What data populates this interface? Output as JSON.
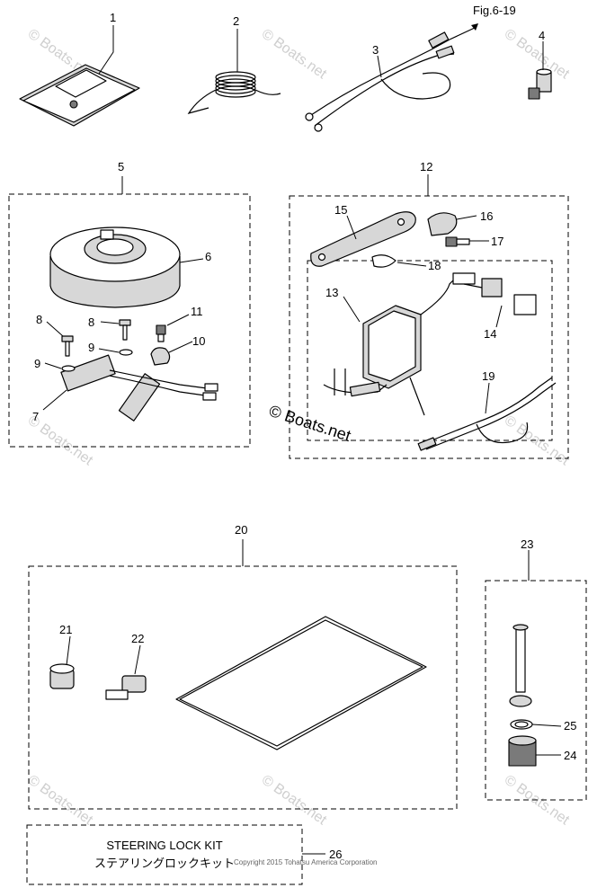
{
  "reference": "Fig.6-19",
  "parts": [
    {
      "id": "p1",
      "number": "1"
    },
    {
      "id": "p2",
      "number": "2"
    },
    {
      "id": "p3",
      "number": "3"
    },
    {
      "id": "p4",
      "number": "4"
    },
    {
      "id": "p5",
      "number": "5"
    },
    {
      "id": "p6",
      "number": "6"
    },
    {
      "id": "p7",
      "number": "7"
    },
    {
      "id": "p8a",
      "number": "8"
    },
    {
      "id": "p8b",
      "number": "8"
    },
    {
      "id": "p9a",
      "number": "9"
    },
    {
      "id": "p9b",
      "number": "9"
    },
    {
      "id": "p10",
      "number": "10"
    },
    {
      "id": "p11",
      "number": "11"
    },
    {
      "id": "p12",
      "number": "12"
    },
    {
      "id": "p13",
      "number": "13"
    },
    {
      "id": "p14",
      "number": "14"
    },
    {
      "id": "p15",
      "number": "15"
    },
    {
      "id": "p16",
      "number": "16"
    },
    {
      "id": "p17",
      "number": "17"
    },
    {
      "id": "p18",
      "number": "18"
    },
    {
      "id": "p19",
      "number": "19"
    },
    {
      "id": "p20",
      "number": "20"
    },
    {
      "id": "p21",
      "number": "21"
    },
    {
      "id": "p22",
      "number": "22"
    },
    {
      "id": "p23",
      "number": "23"
    },
    {
      "id": "p24",
      "number": "24"
    },
    {
      "id": "p25",
      "number": "25"
    },
    {
      "id": "p26",
      "number": "26"
    }
  ],
  "kit": {
    "line1": "STEERING LOCK KIT",
    "line2": "ステアリングロックキット"
  },
  "watermark": {
    "center": "© Boats.net",
    "repeat": "© Boats.net"
  },
  "copyright": "Copyright 2015 Tohatsu America Corporation"
}
